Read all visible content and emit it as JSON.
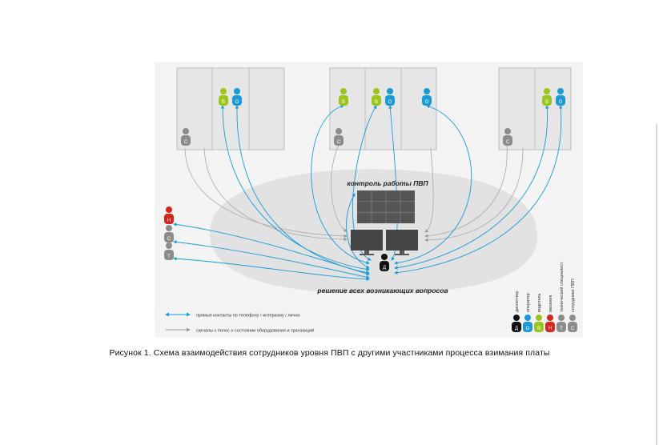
{
  "diagram": {
    "title_top": "контроль работы ПВП",
    "title_bottom": "решение всех возникающих вопросов",
    "person_letters": {
      "b": "В",
      "o": "О",
      "s": "С",
      "n": "Н",
      "t": "Т",
      "d": "Д"
    },
    "legend": {
      "direct_contacts": "прямые контакты по телефону / интеркому / лично",
      "signals": "сигналы с полос о состоянии оборудования и транзакций"
    },
    "roles": [
      {
        "letter": "Д",
        "label": "диспетчер",
        "color": "#111111"
      },
      {
        "letter": "О",
        "label": "оператор",
        "color": "#1a9ad6"
      },
      {
        "letter": "В",
        "label": "водитель",
        "color": "#9bc51b"
      },
      {
        "letter": "Н",
        "label": "механик",
        "color": "#d9261c"
      },
      {
        "letter": "Т",
        "label": "технический специалист",
        "color": "#8c8c8c"
      },
      {
        "letter": "С",
        "label": "сотрудники ПВП",
        "color": "#8c8c8c"
      }
    ],
    "colors": {
      "blue": "#1a9ad6",
      "green": "#9bc51b",
      "red": "#d9261c",
      "grey": "#8c8c8c",
      "black": "#111111",
      "panel": "#e6e6e6",
      "background": "#f4f4f4"
    }
  },
  "caption": "Рисунок 1. Схема взаимодействия сотрудников уровня ПВП с другими участниками процесса взимания платы"
}
